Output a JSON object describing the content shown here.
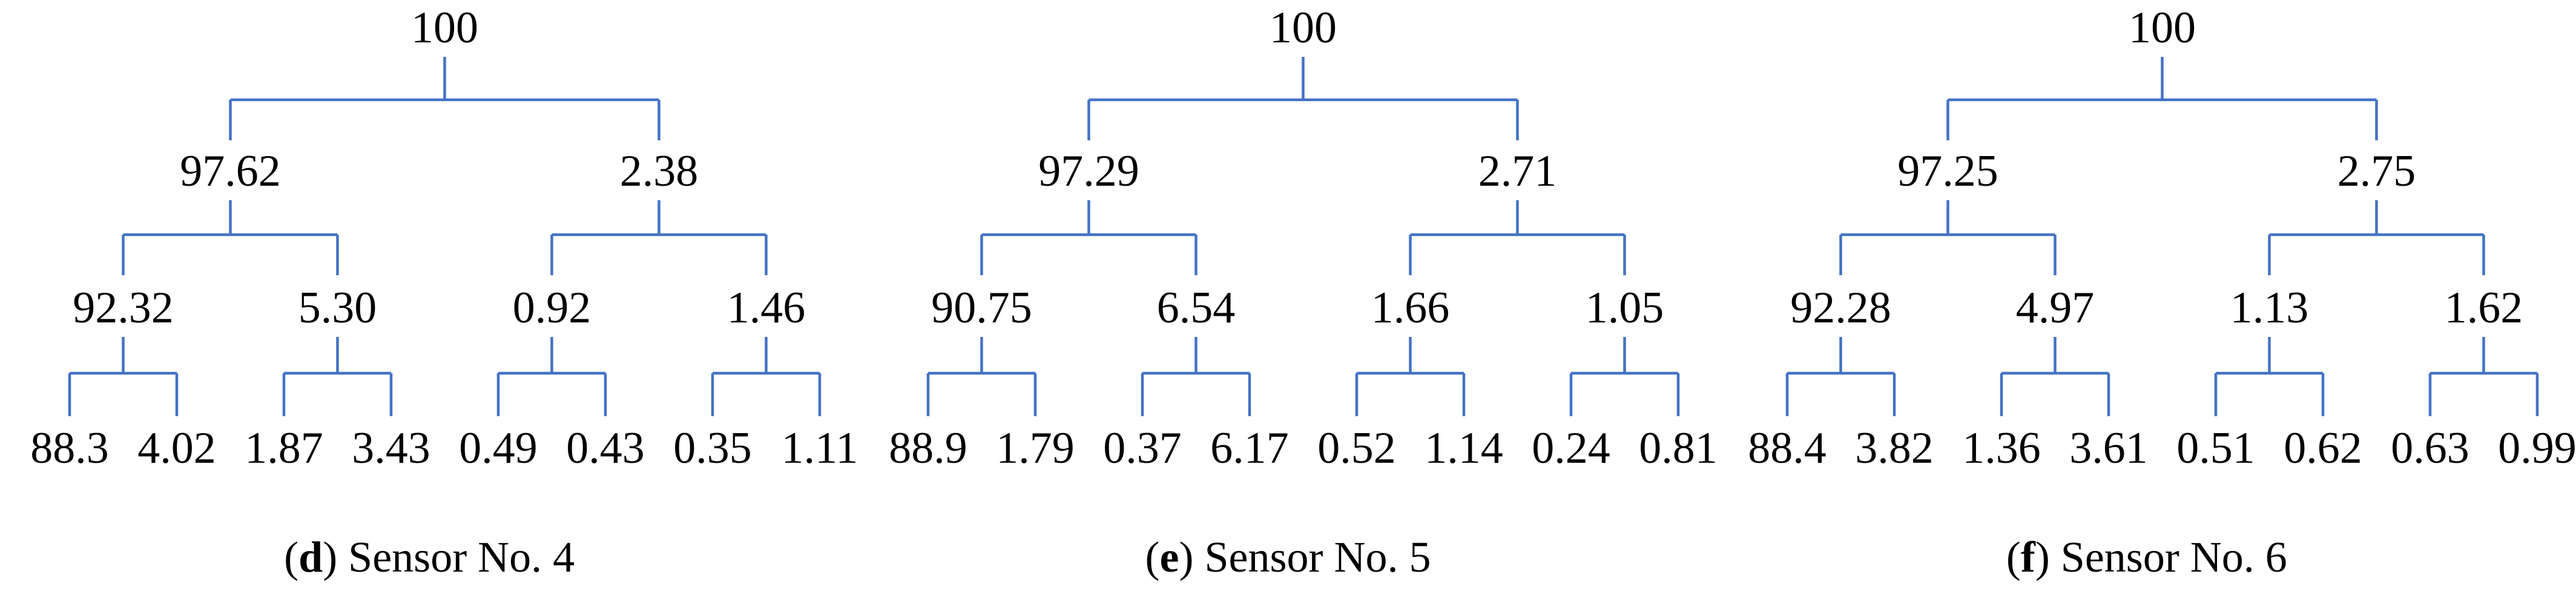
{
  "figure": {
    "line_color": "#4472C4",
    "text_color": "#000000",
    "background": "#FFFFFF"
  },
  "trees": [
    {
      "caption": {
        "open": "(",
        "letter": "d",
        "close": ")",
        "label": " Sensor No. 4"
      },
      "root": {
        "value": "100",
        "children": [
          {
            "value": "97.62",
            "children": [
              {
                "value": "92.32",
                "children": [
                  {
                    "value": "88.3"
                  },
                  {
                    "value": "4.02"
                  }
                ]
              },
              {
                "value": "5.30",
                "children": [
                  {
                    "value": "1.87"
                  },
                  {
                    "value": "3.43"
                  }
                ]
              }
            ]
          },
          {
            "value": "2.38",
            "children": [
              {
                "value": "0.92",
                "children": [
                  {
                    "value": "0.49"
                  },
                  {
                    "value": "0.43"
                  }
                ]
              },
              {
                "value": "1.46",
                "children": [
                  {
                    "value": "0.35"
                  },
                  {
                    "value": "1.11"
                  }
                ]
              }
            ]
          }
        ]
      }
    },
    {
      "caption": {
        "open": "(",
        "letter": "e",
        "close": ")",
        "label": " Sensor No. 5"
      },
      "root": {
        "value": "100",
        "children": [
          {
            "value": "97.29",
            "children": [
              {
                "value": "90.75",
                "children": [
                  {
                    "value": "88.9"
                  },
                  {
                    "value": "1.79"
                  }
                ]
              },
              {
                "value": "6.54",
                "children": [
                  {
                    "value": "0.37"
                  },
                  {
                    "value": "6.17"
                  }
                ]
              }
            ]
          },
          {
            "value": "2.71",
            "children": [
              {
                "value": "1.66",
                "children": [
                  {
                    "value": "0.52"
                  },
                  {
                    "value": "1.14"
                  }
                ]
              },
              {
                "value": "1.05",
                "children": [
                  {
                    "value": "0.24"
                  },
                  {
                    "value": "0.81"
                  }
                ]
              }
            ]
          }
        ]
      }
    },
    {
      "caption": {
        "open": "(",
        "letter": "f",
        "close": ")",
        "label": " Sensor No. 6"
      },
      "root": {
        "value": "100",
        "children": [
          {
            "value": "97.25",
            "children": [
              {
                "value": "92.28",
                "children": [
                  {
                    "value": "88.4"
                  },
                  {
                    "value": "3.82"
                  }
                ]
              },
              {
                "value": "4.97",
                "children": [
                  {
                    "value": "1.36"
                  },
                  {
                    "value": "3.61"
                  }
                ]
              }
            ]
          },
          {
            "value": "2.75",
            "children": [
              {
                "value": "1.13",
                "children": [
                  {
                    "value": "0.51"
                  },
                  {
                    "value": "0.62"
                  }
                ]
              },
              {
                "value": "1.62",
                "children": [
                  {
                    "value": "0.63"
                  },
                  {
                    "value": "0.99"
                  }
                ]
              }
            ]
          }
        ]
      }
    }
  ]
}
